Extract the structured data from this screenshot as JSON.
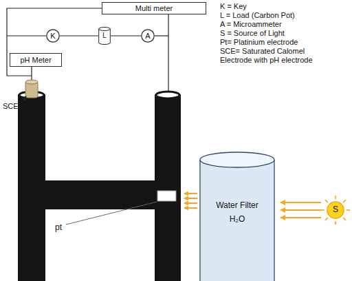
{
  "diagram": {
    "nodes": [
      {
        "text": [
          "Multi meter"
        ]
      },
      {
        "text": [
          "K"
        ]
      },
      {
        "text": [
          "L"
        ]
      },
      {
        "text": [
          "A"
        ]
      },
      {
        "text": [
          "pH Meter"
        ]
      },
      {
        "text": [
          "Water Filter",
          "H₂O"
        ]
      },
      {
        "text": [
          "S"
        ]
      }
    ],
    "edges": [
      {
        "from": 1,
        "to": 2,
        "arrow": "none"
      },
      {
        "from": 2,
        "to": 3,
        "arrow": "none"
      },
      {
        "from": 6,
        "to": 5,
        "arrow": "to"
      },
      {
        "from": 6,
        "to": 5,
        "arrow": "to"
      },
      {
        "from": 6,
        "to": 5,
        "arrow": "to"
      }
    ],
    "labels": [
      "K = Key",
      "L = Load (Carbon Pot)",
      "A = Microammeter",
      "S = Source of Light",
      "Pt= Platinium electrode",
      "SCE= Saturated Calomel",
      "Electrode with pH electrode",
      "SCE",
      "pt"
    ]
  }
}
